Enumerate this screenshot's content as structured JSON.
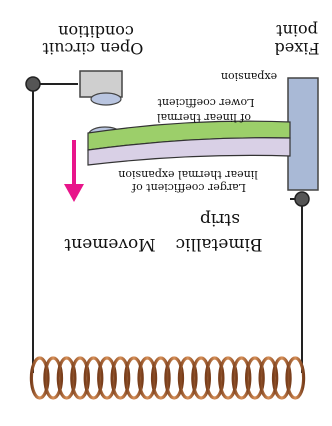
{
  "labels": {
    "open_circuit_1": "Open circuit",
    "open_circuit_2": "condition",
    "fixed_point_1": "Fixed",
    "fixed_point_2": "point",
    "lower_coef_1": "expansion",
    "lower_coef_2": "Lower coefficient",
    "lower_coef_3": "of linear thermal",
    "larger_coef_1": "Larger coefficient of",
    "larger_coef_2": "linear thermal expansion",
    "movement": "Movement",
    "bimetallic_1": "Bimetallic",
    "bimetallic_2": "strip"
  },
  "colors": {
    "low_expansion_layer": "#9ccf6a",
    "high_expansion_layer": "#d9d0e6",
    "fixed_block": "#a9b9d6",
    "contact_body": "#cfcfcf",
    "contact_tip": "#b9c5e0",
    "coil": "#b06a3a",
    "movement_arrow": "#e8158a",
    "wire": "#222222",
    "terminal": "#555555"
  }
}
